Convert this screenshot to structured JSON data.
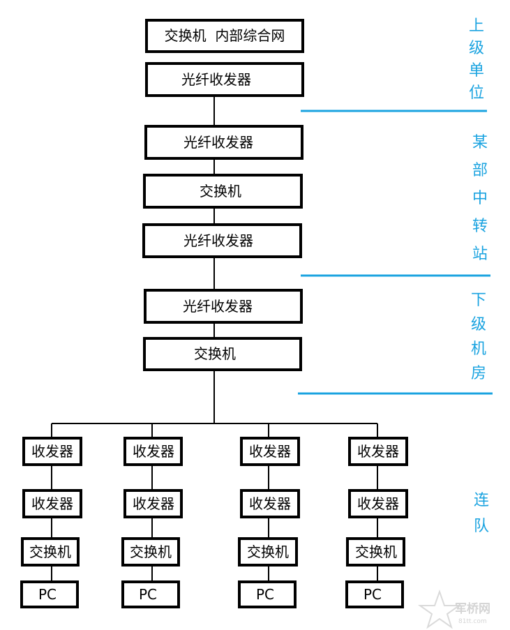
{
  "colors": {
    "divider": "#1aa3e0",
    "box_stroke": "#000000",
    "side_text": "#1aa3e0"
  },
  "boxes": {
    "top_switch": "交换机  内部综合网",
    "top_fiber": "光纤收发器",
    "mid_fiber_1": "光纤收发器",
    "mid_switch": "交换机",
    "mid_fiber_2": "光纤收发器",
    "low_fiber": "光纤收发器",
    "low_switch": "交换机"
  },
  "branch": {
    "transceiver": "收发器",
    "switch": "交换机",
    "pc": "PC"
  },
  "sections": {
    "upper": "上级单位",
    "middle": "某部中转站",
    "lower": "下级机房",
    "company": "连队"
  },
  "watermark": {
    "site": "军桥网",
    "url": "81tt.com"
  }
}
